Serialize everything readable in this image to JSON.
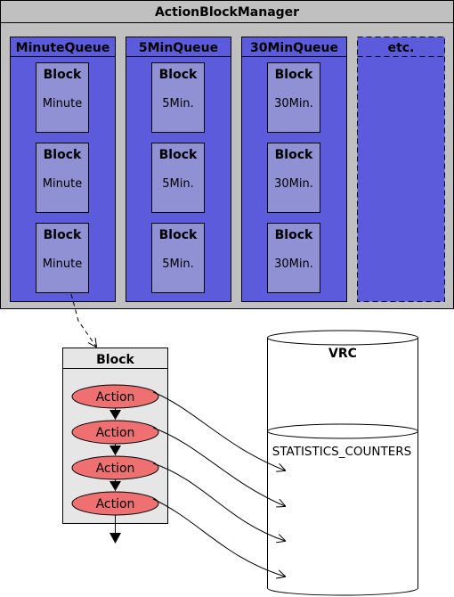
{
  "manager": {
    "title": "ActionBlockManager"
  },
  "queues": [
    {
      "title": "MinuteQueue",
      "blocks": [
        {
          "title": "Block",
          "label": "Minute"
        },
        {
          "title": "Block",
          "label": "Minute"
        },
        {
          "title": "Block",
          "label": "Minute"
        }
      ]
    },
    {
      "title": "5MinQueue",
      "blocks": [
        {
          "title": "Block",
          "label": "5Min."
        },
        {
          "title": "Block",
          "label": "5Min."
        },
        {
          "title": "Block",
          "label": "5Min."
        }
      ]
    },
    {
      "title": "30MinQueue",
      "blocks": [
        {
          "title": "Block",
          "label": "30Min."
        },
        {
          "title": "Block",
          "label": "30Min."
        },
        {
          "title": "Block",
          "label": "30Min."
        }
      ]
    },
    {
      "title": "etc.",
      "blocks": []
    }
  ],
  "detail_block": {
    "title": "Block",
    "actions": [
      "Action",
      "Action",
      "Action",
      "Action"
    ]
  },
  "vrc": {
    "title": "VRC",
    "table": "STATISTICS_COUNTERS"
  },
  "colors": {
    "manager_fill": "#c0c0c0",
    "queue_fill": "#5b5bdc",
    "block_fill": "#9090d4",
    "detail_fill": "#e6e6e6",
    "action_fill": "#ee7070"
  }
}
